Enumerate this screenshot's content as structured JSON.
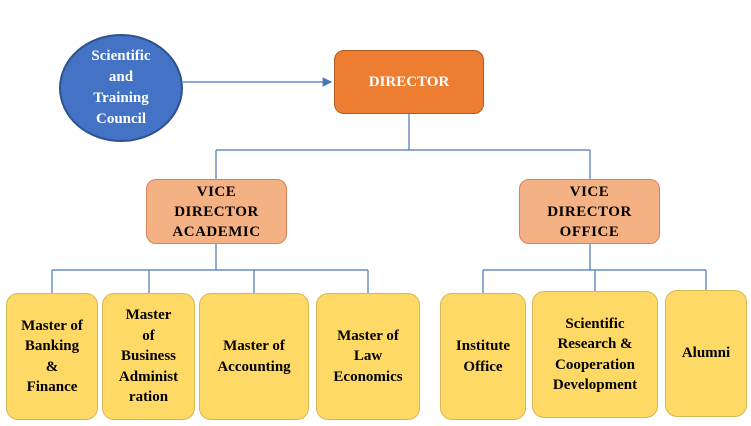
{
  "council": {
    "label": "Scientific\nand\nTraining\nCouncil"
  },
  "director": {
    "label": "DIRECTOR"
  },
  "vice_academic": {
    "label": "VICE\nDIRECTOR\nACADEMIC"
  },
  "vice_office": {
    "label": "VICE\nDIRECTOR\nOFFICE"
  },
  "academic_units": [
    {
      "label": "Master of\nBanking\n&\nFinance"
    },
    {
      "label": "Master\nof\nBusiness\nAdminist\nration"
    },
    {
      "label": "Master of\nAccounting"
    },
    {
      "label": "Master of\nLaw\nEconomics"
    }
  ],
  "office_units": [
    {
      "label": "Institute\nOffice"
    },
    {
      "label": "Scientific\nResearch &\nCooperation\nDevelopment"
    },
    {
      "label": "Alumni"
    }
  ],
  "colors": {
    "council": "#4472c4",
    "director": "#ed7d31",
    "vice": "#f4b183",
    "unit": "#ffd966",
    "connector": "#4a76b8"
  }
}
